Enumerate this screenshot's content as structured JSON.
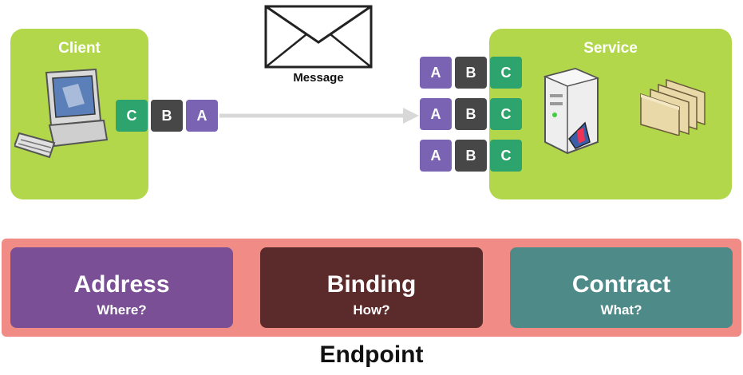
{
  "message": {
    "label": "Message",
    "icon": "envelope-icon"
  },
  "client": {
    "title": "Client",
    "icon": "computer-icon",
    "tiles": [
      "C",
      "B",
      "A"
    ]
  },
  "service": {
    "title": "Service",
    "icons": [
      "server-icon",
      "folders-icon"
    ],
    "rows": [
      [
        "A",
        "B",
        "C"
      ],
      [
        "A",
        "B",
        "C"
      ],
      [
        "A",
        "B",
        "C"
      ]
    ]
  },
  "endpoint": {
    "label": "Endpoint",
    "parts": [
      {
        "main": "Address",
        "sub": "Where?",
        "color": "#7a4f96"
      },
      {
        "main": "Binding",
        "sub": "How?",
        "color": "#5b2b2b"
      },
      {
        "main": "Contract",
        "sub": "What?",
        "color": "#4e8a88"
      }
    ]
  },
  "colors": {
    "panel": "#b2d74a",
    "tile_a": "#7b63b4",
    "tile_b": "#474747",
    "tile_c": "#2da36e",
    "endpoint_bg": "#f08b85"
  }
}
